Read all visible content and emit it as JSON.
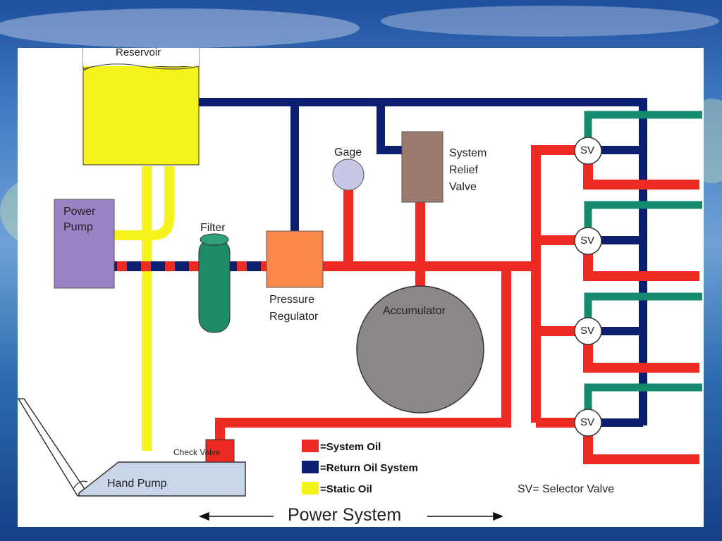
{
  "labels": {
    "reservoir": "Reservoir",
    "power_pump": [
      "Power",
      "Pump"
    ],
    "filter": "Filter",
    "gage": "Gage",
    "relief_valve": [
      "System",
      "Relief",
      "Valve"
    ],
    "pressure_regulator": [
      "Pressure",
      "Regulator"
    ],
    "accumulator": "Accumulator",
    "check_valve": "Check Valve",
    "hand_pump": "Hand Pump",
    "selector_valve": "SV",
    "sv_note": "SV= Selector Valve",
    "footer": "Power System"
  },
  "legend": [
    {
      "color": "#ee2b22",
      "text": "=System Oil"
    },
    {
      "color": "#0b1f6e",
      "text": "=Return Oil System"
    },
    {
      "color": "#f5f21c",
      "text": "=Static Oil"
    }
  ],
  "colors": {
    "system_oil": "#ee2b22",
    "return_oil": "#0b1f6e",
    "static_oil": "#f5f21c",
    "actuator_line": "#158a6e",
    "power_pump": "#9b82c4",
    "filter": "#1f8a68",
    "pressure_regulator": "#fb8a4a",
    "relief_valve": "#9a7b6e",
    "accumulator": "#8a868a",
    "gage": "#c7c8e6",
    "hand_pump": "#c9d6ea"
  }
}
